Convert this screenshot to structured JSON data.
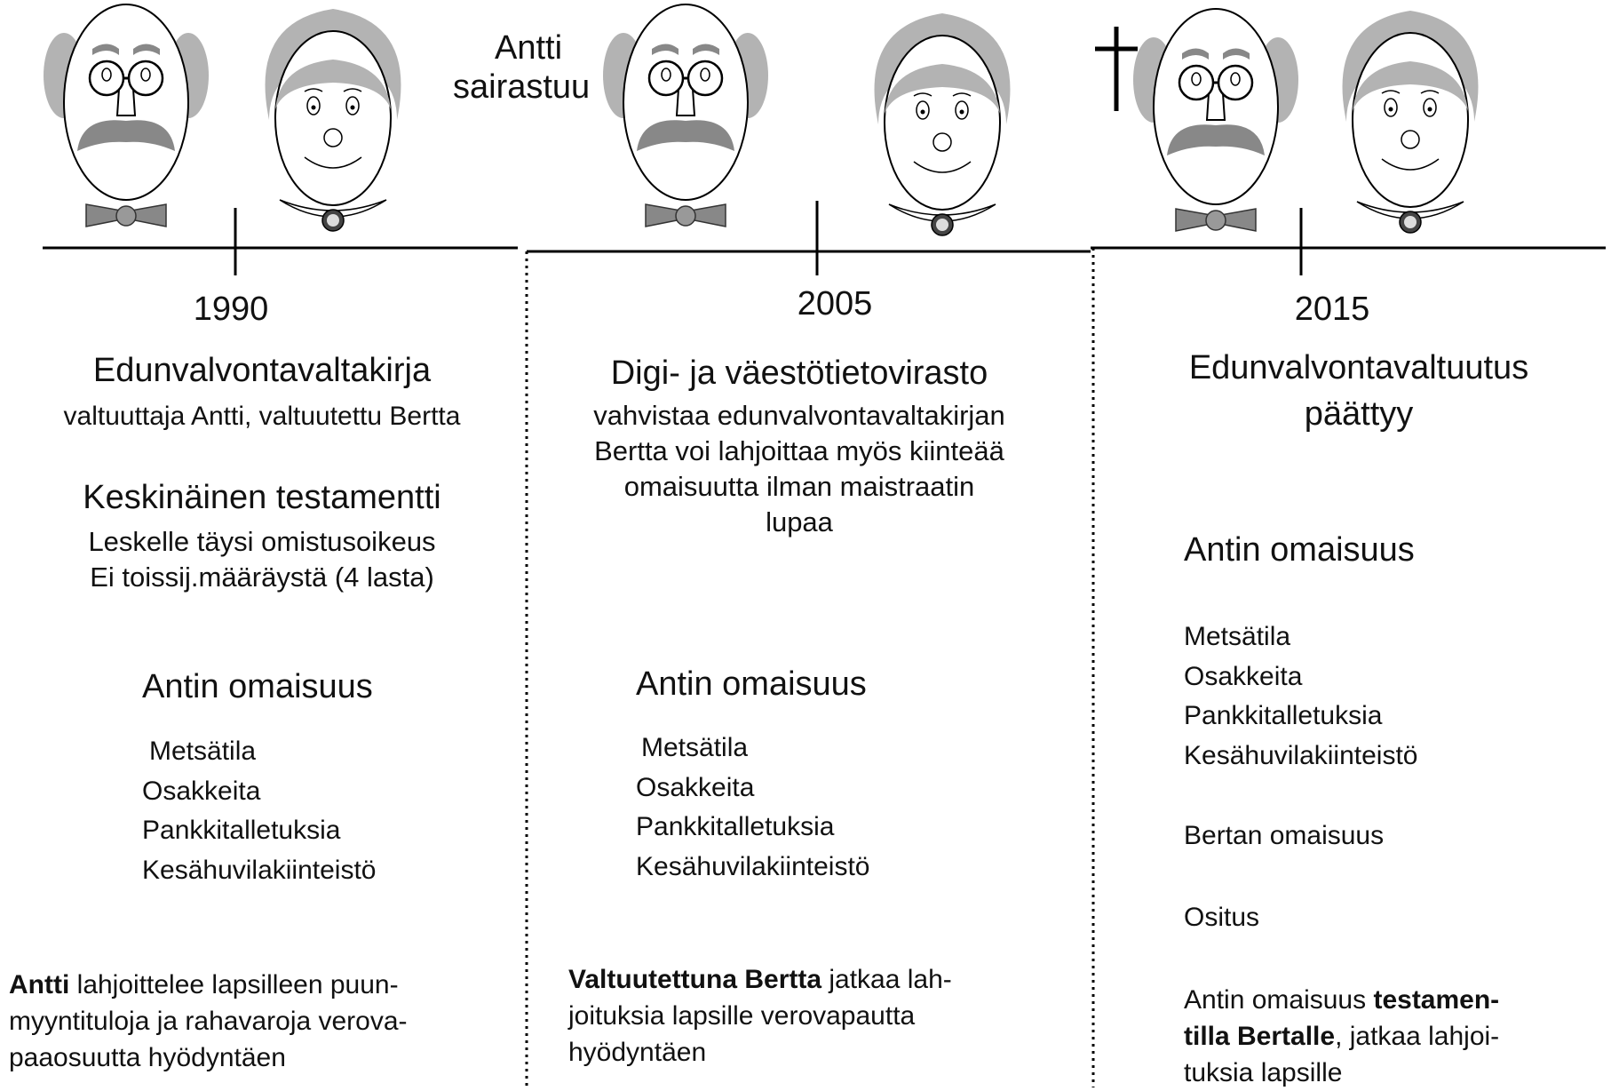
{
  "event_label": {
    "line1": "Antti",
    "line2": "sairastuu"
  },
  "columns": [
    {
      "year": "1990",
      "heading": "Edunvalvontavaltakirja",
      "subheading": "valtuuttaja Antti, valtuutettu Bertta",
      "heading2": "Keskinäinen testamentti",
      "notes": [
        "Leskelle täysi omistusoikeus",
        "Ei toissij.määräystä (4 lasta)"
      ],
      "assets_title": "Antin omaisuus",
      "assets": [
        "Metsätila",
        "Osakkeita",
        "Pankkitalletuksia",
        "Kesähuvilakiinteistö"
      ],
      "footer": {
        "bold": "Antti",
        "text": " lahjoittelee lapsilleen puun-",
        "lines": [
          "myyntituloja ja rahavaroja verova-",
          "paaosuutta hyödyntäen"
        ]
      }
    },
    {
      "year": "2005",
      "heading": "Digi- ja väestötietovirasto",
      "lines": [
        "vahvistaa edunvalvontavaltakirjan",
        "Bertta voi lahjoittaa myös kiinteää",
        "omaisuutta ilman maistraatin",
        "lupaa"
      ],
      "assets_title": "Antin omaisuus",
      "assets": [
        "Metsätila",
        "Osakkeita",
        "Pankkitalletuksia",
        "Kesähuvilakiinteistö"
      ],
      "footer": {
        "bold": "Valtuutettuna Bertta",
        "text": " jatkaa lah-",
        "lines": [
          "joituksia lapsille verovapautta",
          "hyödyntäen"
        ]
      }
    },
    {
      "year": "2015",
      "heading_lines": [
        "Edunvalvontavaltuutus",
        "päättyy"
      ],
      "assets_title": "Antin omaisuus",
      "assets": [
        "Metsätila",
        "Osakkeita",
        "Pankkitalletuksia",
        "Kesähuvilakiinteistö"
      ],
      "extra1": "Bertan omaisuus",
      "extra2": "Ositus",
      "footer": {
        "prefix": "Antin omaisuus ",
        "bold1": "testamen-",
        "bold2": "tilla Bertalle",
        "text2": ", jatkaa lahjoi-",
        "last": "tuksia lapsille"
      }
    }
  ]
}
